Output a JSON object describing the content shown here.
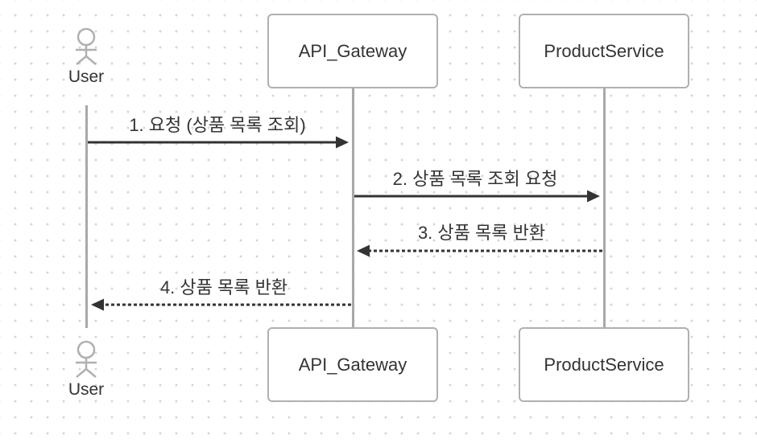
{
  "participants": {
    "user": {
      "label": "User",
      "kind": "actor"
    },
    "gateway": {
      "label": "API_Gateway",
      "kind": "box"
    },
    "product": {
      "label": "ProductService",
      "kind": "box"
    }
  },
  "messages": [
    {
      "label": "1. 요청 (상품 목록 조회)",
      "from": "user",
      "to": "gateway",
      "style": "solid"
    },
    {
      "label": "2. 상품 목록 조회 요청",
      "from": "gateway",
      "to": "product",
      "style": "solid"
    },
    {
      "label": "3. 상품 목록 반환",
      "from": "product",
      "to": "gateway",
      "style": "dashed"
    },
    {
      "label": "4. 상품 목록 반환",
      "from": "gateway",
      "to": "user",
      "style": "dashed"
    }
  ],
  "colors": {
    "line": "#a8a8a8",
    "arrow": "#333333",
    "box_border": "#b0b0b0",
    "text": "#333333"
  }
}
